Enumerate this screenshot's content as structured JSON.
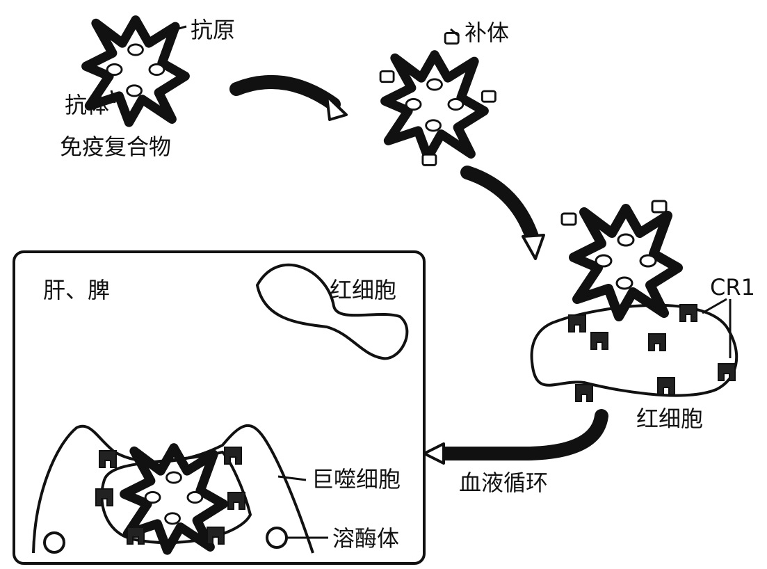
{
  "labels": {
    "antigen": "抗原",
    "antibody": "抗体",
    "immune_complex": "免疫复合物",
    "complement": "补体",
    "cr1": "CR1",
    "rbc_blood": "红细胞",
    "blood_circulation": "血液循环",
    "liver_spleen": "肝、脾",
    "rbc_box": "红细胞",
    "macrophage": "巨噬细胞",
    "lysosome": "溶酶体"
  },
  "colors": {
    "ink": "#111111",
    "background": "#ffffff",
    "highlight": "#e8e8e8"
  }
}
